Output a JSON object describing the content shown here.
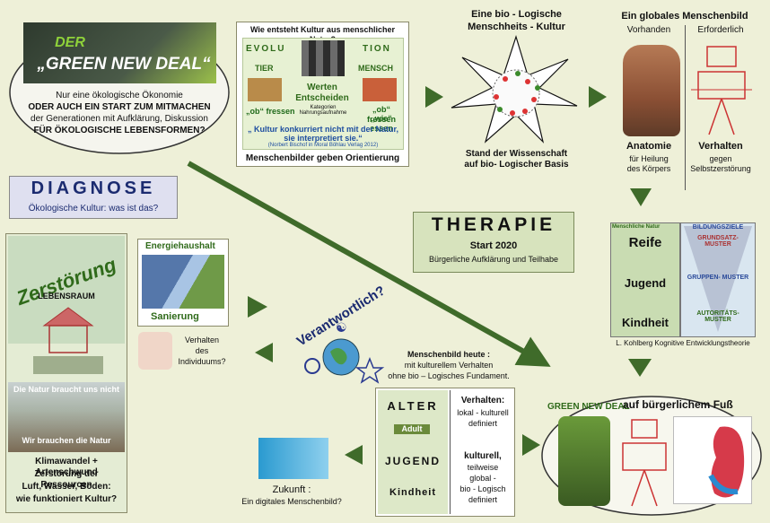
{
  "gnd": {
    "logo_top": "DER",
    "logo_main": "„GREEN NEW DEAL“",
    "line1": "Nur eine ökologische Ökonomie",
    "line2": "ODER AUCH EIN START ZUM MITMACHEN",
    "line3": "der Generationen mit Aufklärung, Diskussion",
    "line4": "FÜR ÖKOLOGISCHE LEBENSFORMEN?"
  },
  "culture": {
    "question": "Wie entsteht Kultur aus menschlicher Natur?",
    "evo_left": "EVOLU",
    "evo_right": "TION",
    "tier": "TIER",
    "mensch": "MENSCH",
    "werten": "Werten",
    "entscheiden": "Entscheiden",
    "werten_sub": "Kategorien Nahrungsaufnahme",
    "ob_fressen": "„ob“ fressen",
    "ob_fressen2": "„ob“ fressen",
    "wie_essen": "„wie“ essen",
    "quote1": "„ Kultur konkurriert nicht mit der Natur,",
    "quote2": "sie interpretiert sie.“",
    "quote_src": "(Norbert Bischof in Moral Böhlau Verlag 2012)",
    "footer": "Menschenbilder geben Orientierung"
  },
  "bio_culture": {
    "title1": "Eine bio - Logische",
    "title2": "Menschheits - Kultur",
    "footer1": "Stand der Wissenschaft",
    "footer2": "auf bio- Logischer Basis"
  },
  "menschenbild": {
    "title": "Ein globales Menschenbild",
    "col_left": "Vorhanden",
    "col_right": "Erforderlich",
    "anat1": "Anatomie",
    "anat2": "für Heilung",
    "anat3": "des Körpers",
    "verh1": "Verhalten",
    "verh2": "gegen",
    "verh3": "Selbstzerstörung"
  },
  "diagnose": {
    "title": "DIAGNOSE",
    "subtitle": "Ökologische Kultur: was ist das?"
  },
  "therapie": {
    "title": "THERAPIE",
    "start": "Start 2020",
    "sub": "Bürgerliche Aufklärung und Teilhabe"
  },
  "destruction": {
    "logo1": "Zerstörung",
    "logo2": "LEBENSRAUM",
    "nature1": "Die Natur braucht uns nicht",
    "nature2": "Wir brauchen die Natur",
    "q1": "Klimawandel + Artenschwund",
    "q2": "Zerstörung der Ressourcen",
    "q3": "Luft, Wasser, Boden:",
    "q4": "wie funktioniert Kultur?"
  },
  "energy": {
    "title": "Energiehaushalt",
    "footer": "Sanierung"
  },
  "individual": {
    "line1": "Verhalten",
    "line2": "des",
    "line3": "Individuums?"
  },
  "responsible": {
    "label": "Verantwortlich?"
  },
  "kohlberg": {
    "header_left": "Menschliche Natur",
    "header_right": "BILDUNGSZIELE",
    "reife": "Reife",
    "jugend": "Jugend",
    "kindheit": "Kindheit",
    "muster1": "GRUNDSATZ- MUSTER",
    "muster2": "GRUPPEN- MUSTER",
    "muster3": "AUTORITÄTS- MUSTER",
    "caption": "L. Kohlberg Kognitive Entwicklungstheorie"
  },
  "today": {
    "line1": "Menschenbild heute :",
    "line2": "mit kulturellem Verhalten",
    "line3": "ohne bio – Logisches Fundament."
  },
  "age": {
    "alter": "ALTER",
    "adult": "Adult",
    "jugend": "JUGEND",
    "kindheit": "Kindheit",
    "v1": "Verhalten:",
    "v2": "lokal - kulturell",
    "v3": "definiert",
    "k1": "kulturell,",
    "k2": "teilweise",
    "k3": "global -",
    "k4": "bio - Logisch",
    "k5": "definiert"
  },
  "future": {
    "line1": "Zukunft :",
    "line2": "Ein digitales Menschenbild?"
  },
  "civic": {
    "logo": "GREEN NEW DEAL",
    "label": "auf bürgerlichem Fuß"
  }
}
